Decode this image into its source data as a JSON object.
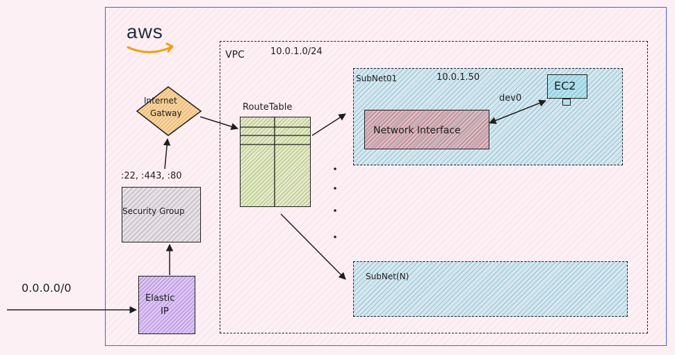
{
  "aws_logo": {
    "text": "aws",
    "smile_color": "#f39c12"
  },
  "vpc": {
    "label": "VPC",
    "cidr": "10.0.1.0/24"
  },
  "subnet01": {
    "label": "SubNet01",
    "ip": "10.0.1.50"
  },
  "subnetn": {
    "label": "SubNet(N)"
  },
  "network_interface": {
    "label": "Network Interface"
  },
  "ec2": {
    "label": "EC2",
    "link_label": "dev0"
  },
  "route_table": {
    "label": "RouteTable"
  },
  "internet_gateway": {
    "line1": "Internet",
    "line2": "Gatway"
  },
  "security_group": {
    "label": "Security Group",
    "ports": ":22, :443, :80"
  },
  "elastic_ip": {
    "line1": "Elastic",
    "line2": "IP"
  },
  "ingress": {
    "cidr": "0.0.0.0/0"
  },
  "colors": {
    "background": "#fdf0f4",
    "aws_border": "#4a5fd0",
    "subnet_fill": "#a5d8e6",
    "nic_fill": "#cf8a8a",
    "route_table_fill": "#c9df9a",
    "gateway_fill": "#f5c27f",
    "elastic_ip_fill": "#c9a8f0",
    "security_group_fill": "#d6d6da"
  }
}
